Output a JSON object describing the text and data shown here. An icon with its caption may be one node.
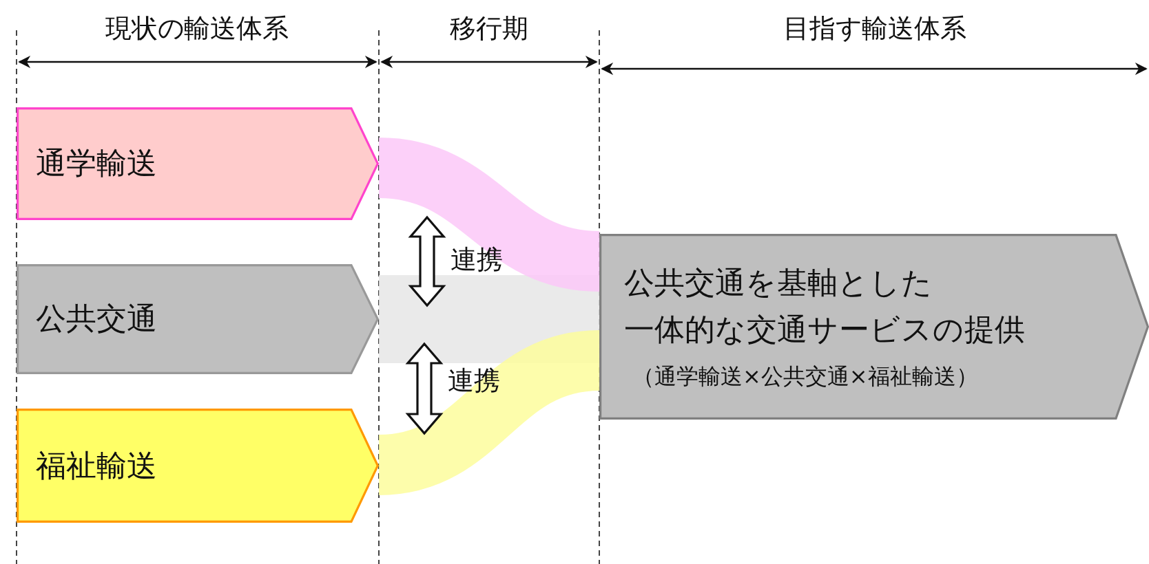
{
  "diagram": {
    "nodes": [
      {
        "text": [
          "通学輸送"
        ]
      },
      {
        "text": [
          "公共交通"
        ]
      },
      {
        "text": [
          "福祉輸送"
        ]
      },
      {
        "text": [
          "公共交通を基軸とした一体的な交通サービスの提供",
          "（通学輸送×公共交通×福祉輸送）"
        ]
      }
    ],
    "edges": [
      {
        "from": 1,
        "to": 3,
        "arrow": "none",
        "color": "#e6e6e6"
      },
      {
        "from": 0,
        "to": 3,
        "arrow": "none",
        "color": "#fbc8f8"
      },
      {
        "from": 2,
        "to": 3,
        "arrow": "none",
        "color": "#fdfd9c"
      }
    ],
    "labels": [
      "現状の輸送体系",
      "移行期",
      "目指す輸送体系",
      "連携",
      "連携"
    ]
  }
}
